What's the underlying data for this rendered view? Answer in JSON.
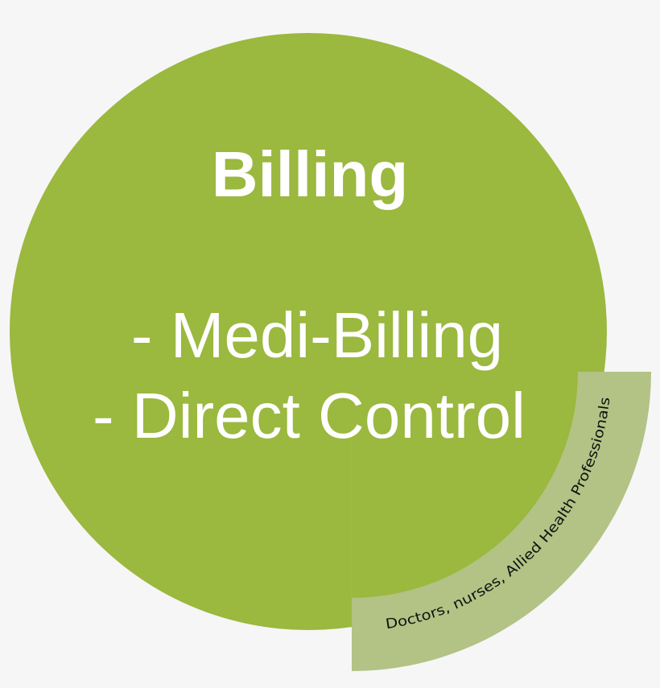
{
  "diagram": {
    "colors": {
      "background": "#f6f6f6",
      "circle": "#9bb83f",
      "circle_quadrant": "#97b63a",
      "band": "#b2c385",
      "main_text": "#ffffff",
      "band_text": "#111111"
    },
    "circle": {
      "title": "Billing",
      "items": [
        "- Medi-Billing",
        "- Direct Control"
      ]
    },
    "band": {
      "label": "Doctors, nurses, Allied Health Professionals"
    }
  }
}
